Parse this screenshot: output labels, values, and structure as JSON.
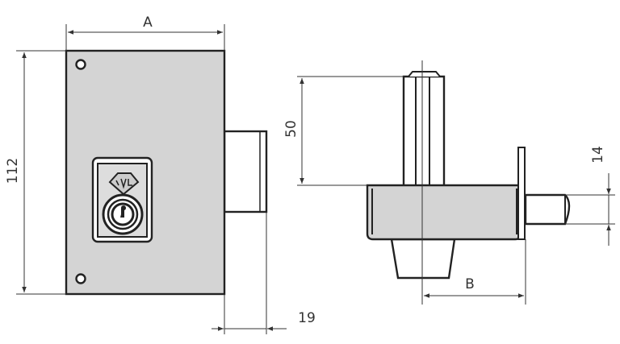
{
  "diagram": {
    "front_view": {
      "width_label": "A",
      "height_label": "112",
      "bolt_projection_label": "19"
    },
    "side_view": {
      "spindle_length_label": "50",
      "bolt_height_label": "14",
      "backset_label": "B"
    },
    "colors": {
      "body_fill": "#d4d4d4",
      "line": "#222222",
      "background": "#ffffff"
    }
  }
}
